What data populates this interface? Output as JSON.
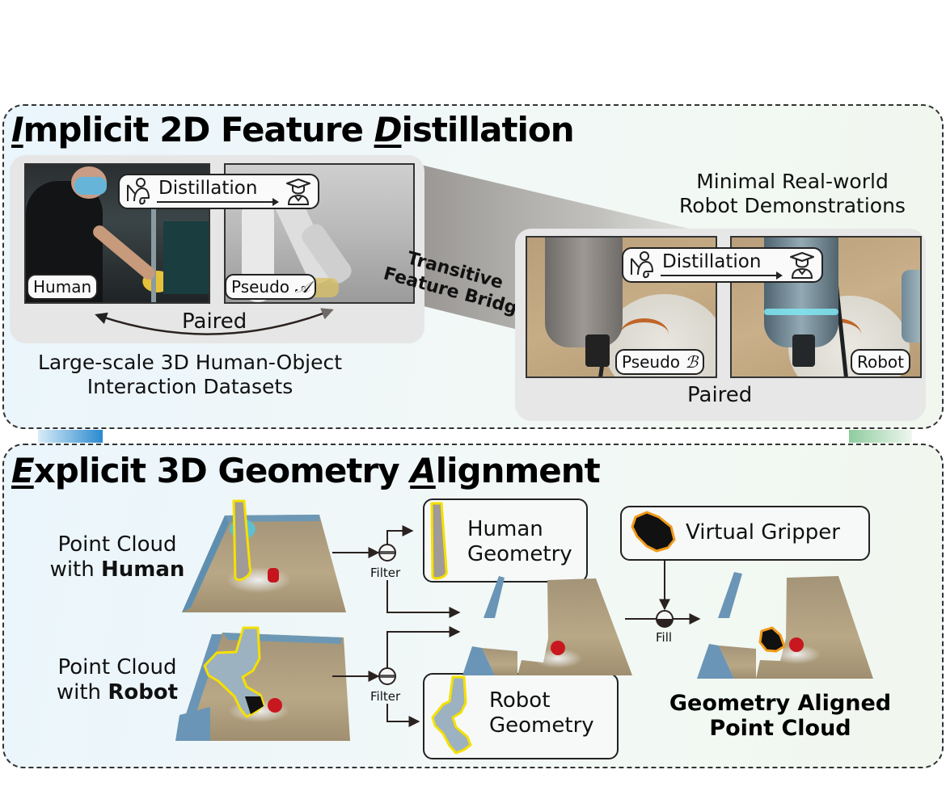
{
  "top_section": {
    "title_parts": [
      {
        "text": "I",
        "emphasis": true
      },
      {
        "text": "mplicit 2D Feature ",
        "emphasis": false
      },
      {
        "text": "D",
        "emphasis": true
      },
      {
        "text": "istillation",
        "emphasis": false
      }
    ],
    "left_group": {
      "images": [
        {
          "tag": "Human",
          "scene": "human-interaction-photo"
        },
        {
          "tag_prefix": "Pseudo ",
          "tag_symbol": "𝒜",
          "scene": "pseudo-robot-photo"
        }
      ],
      "distillation_label": "Distillation",
      "teacher_icon": "teacher-icon",
      "student_icon": "student-icon",
      "paired_label": "Paired",
      "caption_line1": "Large-scale 3D Human-Object",
      "caption_line2": "Interaction Datasets"
    },
    "bridge_label_line1": "Transitive",
    "bridge_label_line2": "Feature Bridge",
    "right_group": {
      "caption_line1": "Minimal Real-world",
      "caption_line2": "Robot Demonstrations",
      "images": [
        {
          "tag_prefix": "Pseudo ",
          "tag_symbol": "ℬ",
          "scene": "pseudo-robot-real-photo"
        },
        {
          "tag": "Robot",
          "scene": "real-robot-photo"
        }
      ],
      "distillation_label": "Distillation",
      "paired_label": "Paired"
    }
  },
  "bottom_section": {
    "title_parts": [
      {
        "text": "E",
        "emphasis": true
      },
      {
        "text": "xplicit 3D Geometry ",
        "emphasis": false
      },
      {
        "text": "A",
        "emphasis": true
      },
      {
        "text": "lignment",
        "emphasis": false
      }
    ],
    "inputs": [
      {
        "line1": "Point Cloud",
        "line2_prefix": "with ",
        "line2_bold": "Human"
      },
      {
        "line1": "Point Cloud",
        "line2_prefix": "with ",
        "line2_bold": "Robot"
      }
    ],
    "filter_label": "Filter",
    "fill_label": "Fill",
    "human_geometry": {
      "line1": "Human",
      "line2": "Geometry"
    },
    "robot_geometry": {
      "line1": "Robot",
      "line2": "Geometry"
    },
    "virtual_gripper": "Virtual Gripper",
    "output_line1": "Geometry Aligned",
    "output_line2": "Point Cloud"
  },
  "colors": {
    "highlight_yellow": "#f5e000",
    "gripper_orange": "#f19a1a",
    "connector_blue": "#2a8ad0",
    "connector_green": "#8fcc9e"
  }
}
